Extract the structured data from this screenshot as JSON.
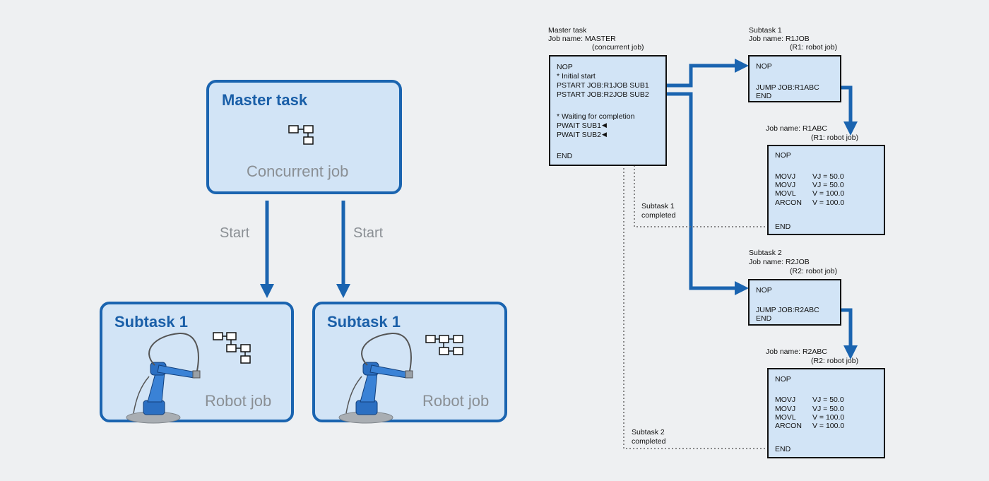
{
  "left": {
    "master": {
      "title": "Master task",
      "subtitle": "Concurrent job",
      "icon": "flowchart-icon"
    },
    "start_labels": [
      "Start",
      "Start"
    ],
    "subtasks": [
      {
        "title": "Subtask 1",
        "subtitle": "Robot job",
        "icon": "flowchart-icon",
        "image": "robot-arm"
      },
      {
        "title": "Subtask 1",
        "subtitle": "Robot job",
        "icon": "flowchart-icon",
        "image": "robot-arm"
      }
    ]
  },
  "right": {
    "master_caption": [
      "Master task",
      "Job name: MASTER",
      "(concurrent job)"
    ],
    "master_code": [
      "NOP",
      "* Initial start",
      "PSTART JOB:R1JOB SUB1",
      "PSTART JOB:R2JOB SUB2",
      "* Waiting for completion",
      "PWAIT SUB1",
      "PWAIT SUB2",
      "END"
    ],
    "sub1_caption": [
      "Subtask 1",
      "Job name: R1JOB",
      "(R1: robot job)"
    ],
    "sub1_code": [
      "NOP",
      "JUMP JOB:R1ABC",
      "END"
    ],
    "r1abc_caption": [
      "Job name: R1ABC",
      "(R1: robot job)"
    ],
    "r1abc_code": [
      "NOP",
      "MOVJ",
      "VJ = 50.0",
      "MOVJ",
      "VJ = 50.0",
      "MOVL",
      "V = 100.0",
      "ARCON",
      "V = 100.0",
      "END"
    ],
    "sub2_caption": [
      "Subtask 2",
      "Job name: R2JOB",
      "(R2: robot job)"
    ],
    "sub2_code": [
      "NOP",
      "JUMP JOB:R2ABC",
      "END"
    ],
    "r2abc_caption": [
      "Job name: R2ABC",
      "(R2: robot job)"
    ],
    "r2abc_code": [
      "NOP",
      "MOVJ",
      "VJ = 50.0",
      "MOVJ",
      "VJ = 50.0",
      "MOVL",
      "V = 100.0",
      "ARCON",
      "V = 100.0",
      "END"
    ],
    "completed1": [
      "Subtask 1",
      "completed"
    ],
    "completed2": [
      "Subtask 2",
      "completed"
    ]
  },
  "colors": {
    "accent": "#1a64b0",
    "box_fill": "#d2e4f6",
    "background": "#eef0f2",
    "muted_text": "#8a8f94"
  }
}
